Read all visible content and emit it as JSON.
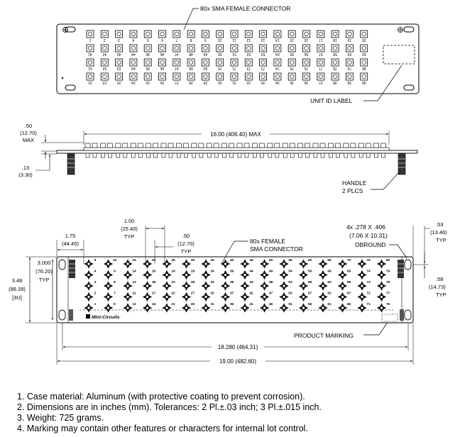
{
  "front_view": {
    "connector_callout": "80x SMA FEMALE CONNECTOR",
    "unit_id_label": "UNIT ID LABEL",
    "rows": [
      [
        "1",
        "2",
        "3",
        "4",
        "5",
        "6",
        "7",
        "8",
        "9",
        "10",
        "11",
        "12",
        "13",
        "14",
        "15",
        "16",
        "17",
        "18",
        "19",
        "20"
      ],
      [
        "41",
        "42",
        "43",
        "44",
        "45",
        "46",
        "47",
        "48",
        "49",
        "50",
        "51",
        "52",
        "53",
        "54",
        "55",
        "56",
        "57",
        "58",
        "59",
        "60"
      ],
      [
        "61",
        "62",
        "63",
        "64",
        "65",
        "66",
        "67",
        "68",
        "69",
        "70",
        "71",
        "72",
        "73",
        "74",
        "75",
        "76",
        "77",
        "78",
        "79",
        "80"
      ],
      [
        "21",
        "22",
        "23",
        "24",
        "25",
        "26",
        "27",
        "28",
        "29",
        "30",
        "31",
        "32",
        "33",
        "34",
        "35",
        "36",
        "37",
        "38",
        "39",
        "40"
      ]
    ]
  },
  "side_view": {
    "height_in": ".50",
    "height_mm": "(12.70)",
    "height_note": "MAX",
    "length": "16.00 (406.40) MAX",
    "thickness_in": ".13",
    "thickness_mm": "(3.30)",
    "handle_label": "HANDLE",
    "handle_count": "2 PLCS"
  },
  "rear_view": {
    "edge_in": "1.75",
    "edge_mm": "(44.45)",
    "pitch_in": "1.00",
    "pitch_mm": "(25.40)",
    "pitch_typ": "TYP",
    "half_pitch_in": ".50",
    "half_pitch_mm": "(12.70)",
    "half_pitch_typ": "TYP",
    "connector_callout_line1": "80x FEMALE",
    "connector_callout_line2": "SMA CONNECTOR",
    "slot_size": "4x .278 X .406",
    "slot_size_mm": "(7.06 X 10.31)",
    "slot_type": "OBROUND",
    "slot_edge_in": ".53",
    "slot_edge_mm": "(13.46)",
    "slot_edge_typ": "TYP",
    "slot_offset_in": ".58",
    "slot_offset_mm": "(14.73)",
    "slot_offset_typ": "TYP",
    "overall_h_in": "3.48",
    "overall_h_mm": "(88.39)",
    "overall_h_rack": "[3U]",
    "hole_h_in": "3.000",
    "hole_h_mm": "(76.20)",
    "hole_h_typ": "TYP",
    "product_marking": "PRODUCT MARKING",
    "brand": "Mini-Circuits",
    "hole_spacing": "18.280 (464.31)",
    "overall_width": "19.00 (482.60)",
    "rows": [
      [
        "5",
        "10",
        "15",
        "20",
        "25",
        "30",
        "35",
        "40",
        "45",
        "50",
        "55",
        "60",
        "65",
        "70",
        "75",
        "80"
      ],
      [
        "4",
        "9",
        "14",
        "19",
        "24",
        "29",
        "34",
        "39",
        "44",
        "49",
        "54",
        "59",
        "64",
        "69",
        "74",
        "79"
      ],
      [
        "3",
        "8",
        "13",
        "18",
        "23",
        "28",
        "33",
        "38",
        "43",
        "48",
        "53",
        "58",
        "63",
        "68",
        "73",
        "78"
      ],
      [
        "2",
        "7",
        "12",
        "17",
        "22",
        "27",
        "32",
        "37",
        "42",
        "47",
        "52",
        "57",
        "62",
        "67",
        "72",
        "77"
      ],
      [
        "1",
        "6",
        "11",
        "16",
        "21",
        "26",
        "31",
        "36",
        "41",
        "46",
        "51",
        "56",
        "61",
        "66",
        "71",
        "76"
      ]
    ]
  },
  "notes": [
    "1. Case material: Aluminum (with protective coating to prevent corrosion).",
    "2. Dimensions are in inches (mm). Tolerances: 2 Pl.±.03 inch; 3 Pl.±.015 inch.",
    "3. Weight: 725 grams.",
    "4. Marking may contain other features or characters for internal lot control."
  ]
}
